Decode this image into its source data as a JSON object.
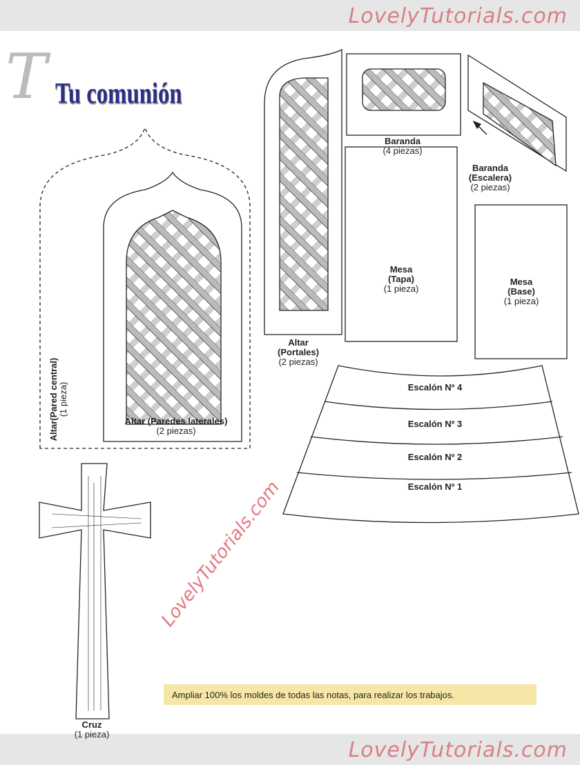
{
  "watermark": "LovelyTutorials.com",
  "title": "Tu comunión",
  "title_initial": "T",
  "pieces": {
    "pared_central": {
      "name": "Altar",
      "sub": "(Pared central)",
      "qty": "(1 pieza)"
    },
    "paredes_laterales": {
      "name": "Altar (Paredes laterales)",
      "qty": "(2 piezas)"
    },
    "portales": {
      "name": "Altar",
      "sub": "(Portales)",
      "qty": "(2 piezas)"
    },
    "baranda": {
      "name": "Baranda",
      "qty": "(4 piezas)"
    },
    "baranda_escalera": {
      "name": "Baranda",
      "sub": "(Escalera)",
      "qty": "(2 piezas)"
    },
    "mesa_tapa": {
      "name": "Mesa",
      "sub": "(Tapa)",
      "qty": "(1 pieza)"
    },
    "mesa_base": {
      "name": "Mesa",
      "sub": "(Base)",
      "qty": "(1 pieza)"
    },
    "escalones": [
      "Escalón Nº 4",
      "Escalón Nº 3",
      "Escalón Nº 2",
      "Escalón Nº 1"
    ],
    "cruz": {
      "name": "Cruz",
      "qty": "(1 pieza)"
    }
  },
  "note": "Ampliar 100% los moldes de todas las notas, para realizar los trabajos."
}
